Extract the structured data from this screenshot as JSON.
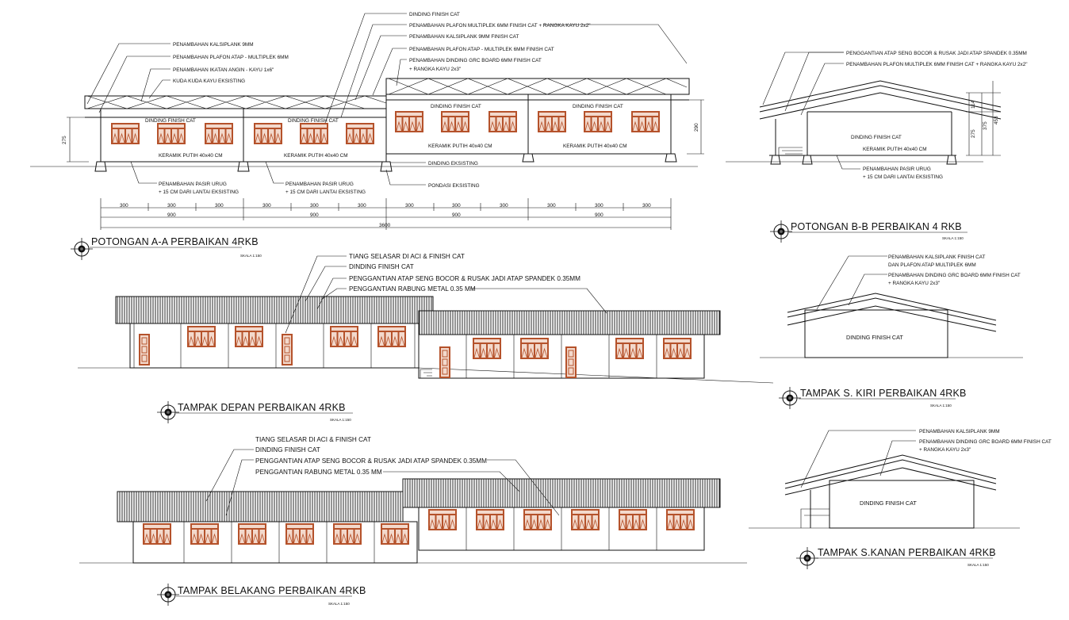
{
  "colors": {
    "line": "#111111",
    "window": "#b5522b",
    "window_light": "#f3d9cc",
    "background": "#ffffff"
  },
  "titles": {
    "section_a": "POTONGAN A-A PERBAIKAN 4RKB",
    "section_b": "POTONGAN B-B PERBAIKAN 4 RKB",
    "front": "TAMPAK DEPAN PERBAIKAN 4RKB",
    "left": "TAMPAK S. KIRI PERBAIKAN 4RKB",
    "right": "TAMPAK S.KANAN PERBAIKAN 4RKB",
    "back": "TAMPAK BELAKANG PERBAIKAN 4RKB"
  },
  "scales": {
    "section_a": "SKALA 1:150",
    "section_b": "SKALA 1:150",
    "front": "SKALA 1:150",
    "left": "SKALA 1:150",
    "right": "SKALA 1:150",
    "back": "SKALA 1:150"
  },
  "section_a": {
    "notes_left": [
      "PENAMBAHAN KALSIPLANK 9MM",
      "PENAMBAHAN PLAFON ATAP - MULTIPLEK 6MM",
      "PENAMBAHAN IKATAN ANGIN - KAYU 1x6\"",
      "KUDA KUDA KAYU EKSISTING"
    ],
    "notes_top": [
      "DINDING FINISH CAT",
      "PENAMBAHAN PLAFON MULTIPLEK 6MM FINISH CAT + RANGKA KAYU 2x2\"",
      "PENAMBAHAN KALSIPLANK 9MM FINISH CAT",
      "PENAMBAHAN PLAFON ATAP - MULTIPLEK 6MM FINISH CAT",
      "PENAMBAHAN DINDING GRC BOARD 6MM FINISH CAT",
      "+ RANGKA KAYU 2x3\""
    ],
    "inner_labels": [
      "DINDING FINISH CAT",
      "DINDING FINISH CAT",
      "DINDING FINISH CAT",
      "DINDING FINISH CAT"
    ],
    "floor_labels": [
      "KERAMIK PUTIH 40x40 CM",
      "KERAMIK PUTIH 40x40 CM",
      "KERAMIK PUTIH 40x40 CM",
      "KERAMIK PUTIH 40x40 CM"
    ],
    "bottom_notes": [
      "PENAMBAHAN PASIR URUG",
      "+ 15 CM DARI LANTAI EKSISTING",
      "PENAMBAHAN PASIR URUG",
      "+ 15 CM DARI LANTAI EKSISTING",
      "DINDING EKSISTING",
      "PONDASI EKSISTING"
    ],
    "dim_small": [
      "300",
      "300",
      "300",
      "300",
      "300",
      "300",
      "300",
      "300",
      "300",
      "300",
      "300",
      "300"
    ],
    "dim_mid": [
      "900",
      "900",
      "900",
      "900"
    ],
    "dim_total": "3600",
    "dim_left": "275",
    "dim_right": "290"
  },
  "section_b": {
    "notes": [
      "PENGGANTIAN ATAP SENG BOCOR & RUSAK JADI ATAP SPANDEK 0.35MM",
      "PENAMBAHAN PLAFON MULTIPLEK 6MM FINISH CAT + RANGKA KAYU 2x2\""
    ],
    "inner": "DINDING FINISH CAT",
    "floor": "KERAMIK PUTIH 40x40 CM",
    "bottom": [
      "PENAMBAHAN PASIR URUG",
      "+ 15 CM DARI LANTAI EKSISTING"
    ],
    "dims": [
      "114",
      "275",
      "375",
      "453"
    ]
  },
  "front": {
    "notes": [
      "TIANG SELASAR DI ACI & FINISH CAT",
      "DINDING FINISH CAT",
      "PENGGANTIAN ATAP SENG BOCOR & RUSAK JADI ATAP SPANDEK 0.35MM",
      "PENGGANTIAN RABUNG METAL 0.35 MM"
    ]
  },
  "left": {
    "notes": [
      "PENAMBAHAN KALSIPLANK FINISH CAT",
      "DAN PLAFON ATAP MULTIPLEK 6MM",
      "PENAMBAHAN DINDING GRC BOARD 6MM FINISH CAT",
      "+ RANGKA KAYU 2x3\""
    ],
    "wall": "DINDING FINISH CAT"
  },
  "back": {
    "notes": [
      "TIANG SELASAR DI ACI & FINISH CAT",
      "DINDING FINISH CAT",
      "PENGGANTIAN ATAP SENG BOCOR & RUSAK JADI ATAP SPANDEK 0.35MM",
      "PENGGANTIAN RABUNG METAL 0.35 MM"
    ]
  },
  "right": {
    "notes": [
      "PENAMBAHAN KALSIPLANK 9MM",
      "PENAMBAHAN DINDING GRC BOARD 6MM FINISH CAT",
      "+ RANGKA KAYU 2x3\""
    ],
    "wall": "DINDING FINISH CAT"
  }
}
